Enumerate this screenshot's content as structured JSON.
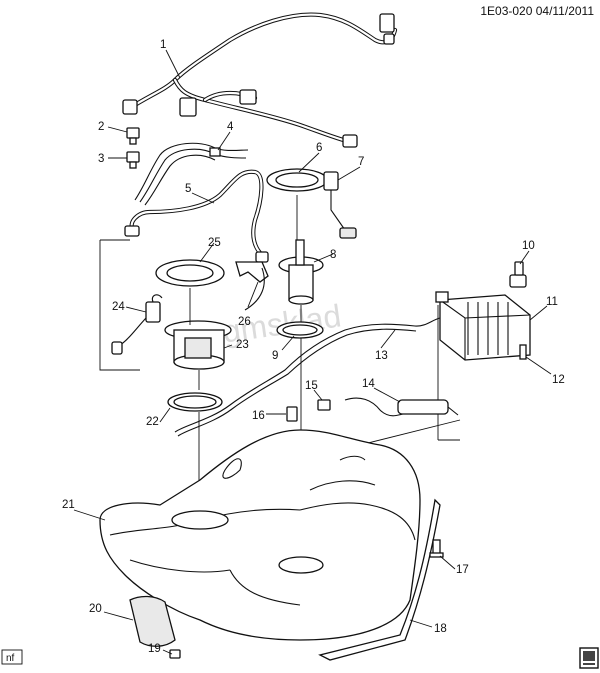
{
  "header": {
    "reference": "1E03-020  04/11/2011"
  },
  "footer": {
    "tag": "nf"
  },
  "watermark": "gmsklad",
  "callouts": [
    {
      "id": "1",
      "text": "1"
    },
    {
      "id": "2",
      "text": "2"
    },
    {
      "id": "3",
      "text": "3"
    },
    {
      "id": "4",
      "text": "4"
    },
    {
      "id": "5",
      "text": "5"
    },
    {
      "id": "6",
      "text": "6"
    },
    {
      "id": "7",
      "text": "7"
    },
    {
      "id": "8",
      "text": "8"
    },
    {
      "id": "9",
      "text": "9"
    },
    {
      "id": "10",
      "text": "10"
    },
    {
      "id": "11",
      "text": "11"
    },
    {
      "id": "12",
      "text": "12"
    },
    {
      "id": "13",
      "text": "13"
    },
    {
      "id": "14",
      "text": "14"
    },
    {
      "id": "15",
      "text": "15"
    },
    {
      "id": "16",
      "text": "16"
    },
    {
      "id": "17",
      "text": "17"
    },
    {
      "id": "18",
      "text": "18"
    },
    {
      "id": "19",
      "text": "19"
    },
    {
      "id": "20",
      "text": "20"
    },
    {
      "id": "21",
      "text": "21"
    },
    {
      "id": "22",
      "text": "22"
    },
    {
      "id": "23",
      "text": "23"
    },
    {
      "id": "24",
      "text": "24"
    },
    {
      "id": "25",
      "text": "25"
    },
    {
      "id": "26",
      "text": "26"
    }
  ]
}
